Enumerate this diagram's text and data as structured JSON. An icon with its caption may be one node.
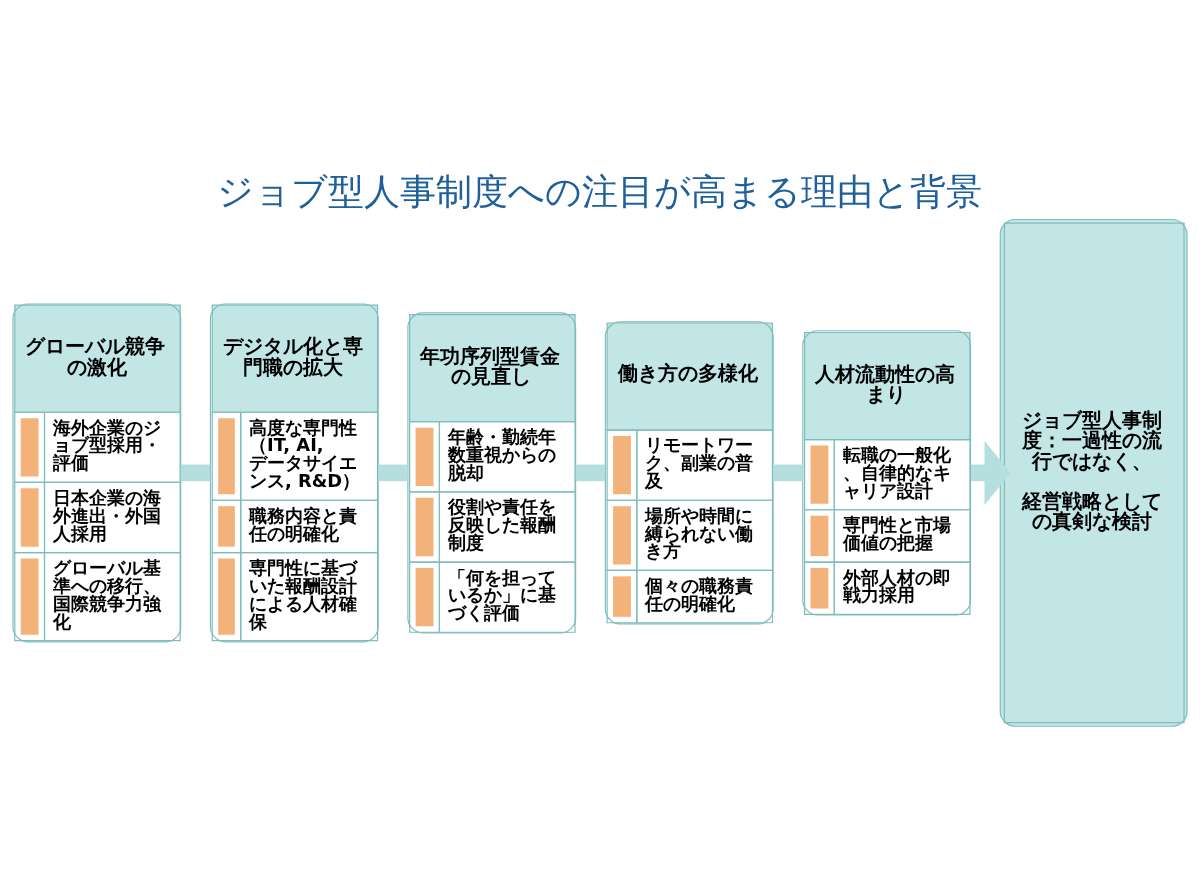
{
  "diagram": {
    "title": "ジョブ型人事制度への注目が高まる理由と背景",
    "nodes": [
      {
        "text": [
          "グローバル競争の激化",
          "海外企業のジョブ型採用・評価",
          "日本企業の海外進出・外国人採用",
          "グローバル基準への移行、国際競争力強化"
        ]
      },
      {
        "text": [
          "デジタル化と専門職の拡大",
          "高度な専門性（IT, AI, データサイエンス, R&D）",
          "職務内容と責任の明確化",
          "専門性に基づいた報酬設計による人材確保"
        ]
      },
      {
        "text": [
          "年功序列型賃金の見直し",
          "年齢・勤続年数重視からの脱却",
          "役割や責任を反映した報酬制度",
          "「何を担っているか」に基づく評価"
        ]
      },
      {
        "text": [
          "働き方の多様化",
          "リモートワーク、副業の普及",
          "場所や時間に縛られない働き方",
          "個々の職務責任の明確化"
        ]
      },
      {
        "text": [
          "人材流動性の高まり",
          "転職の一般化、自律的なキャリア設計",
          "専門性と市場価値の把握",
          "外部人材の即戦力採用"
        ]
      },
      {
        "text": [
          "ジョブ型人事制度：一過性の流行ではなく、",
          "経営戦略としての真剣な検討"
        ]
      }
    ],
    "edges": [
      {
        "from": 0,
        "to": 1,
        "arrow": "none"
      },
      {
        "from": 1,
        "to": 2,
        "arrow": "none"
      },
      {
        "from": 2,
        "to": 3,
        "arrow": "none"
      },
      {
        "from": 3,
        "to": 4,
        "arrow": "none"
      },
      {
        "from": 4,
        "to": 5,
        "arrow": "to"
      }
    ]
  }
}
